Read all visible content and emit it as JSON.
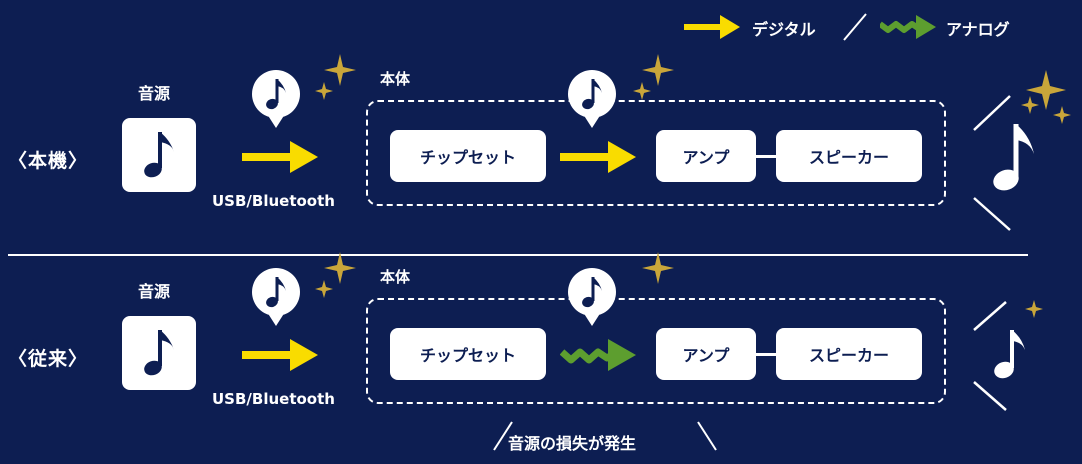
{
  "legend": {
    "digital_label": "デジタル",
    "separator": "／",
    "analog_label": "アナログ"
  },
  "colors": {
    "background": "#0d1e52",
    "digital_arrow": "#f9dc00",
    "analog_arrow": "#5d9e2f",
    "sparkle": "#c9a63a",
    "box": "#ffffff"
  },
  "rows": [
    {
      "row_label": "〈本機〉",
      "source_label": "音源",
      "connection_label": "USB/Bluetooth",
      "body_label": "本体",
      "chipset_label": "チップセット",
      "amp_label": "アンプ",
      "speaker_label": "スピーカー",
      "internal_signal": "digital"
    },
    {
      "row_label": "〈従来〉",
      "source_label": "音源",
      "connection_label": "USB/Bluetooth",
      "body_label": "本体",
      "chipset_label": "チップセット",
      "amp_label": "アンプ",
      "speaker_label": "スピーカー",
      "internal_signal": "analog",
      "note": "音源の損失が発生"
    }
  ]
}
